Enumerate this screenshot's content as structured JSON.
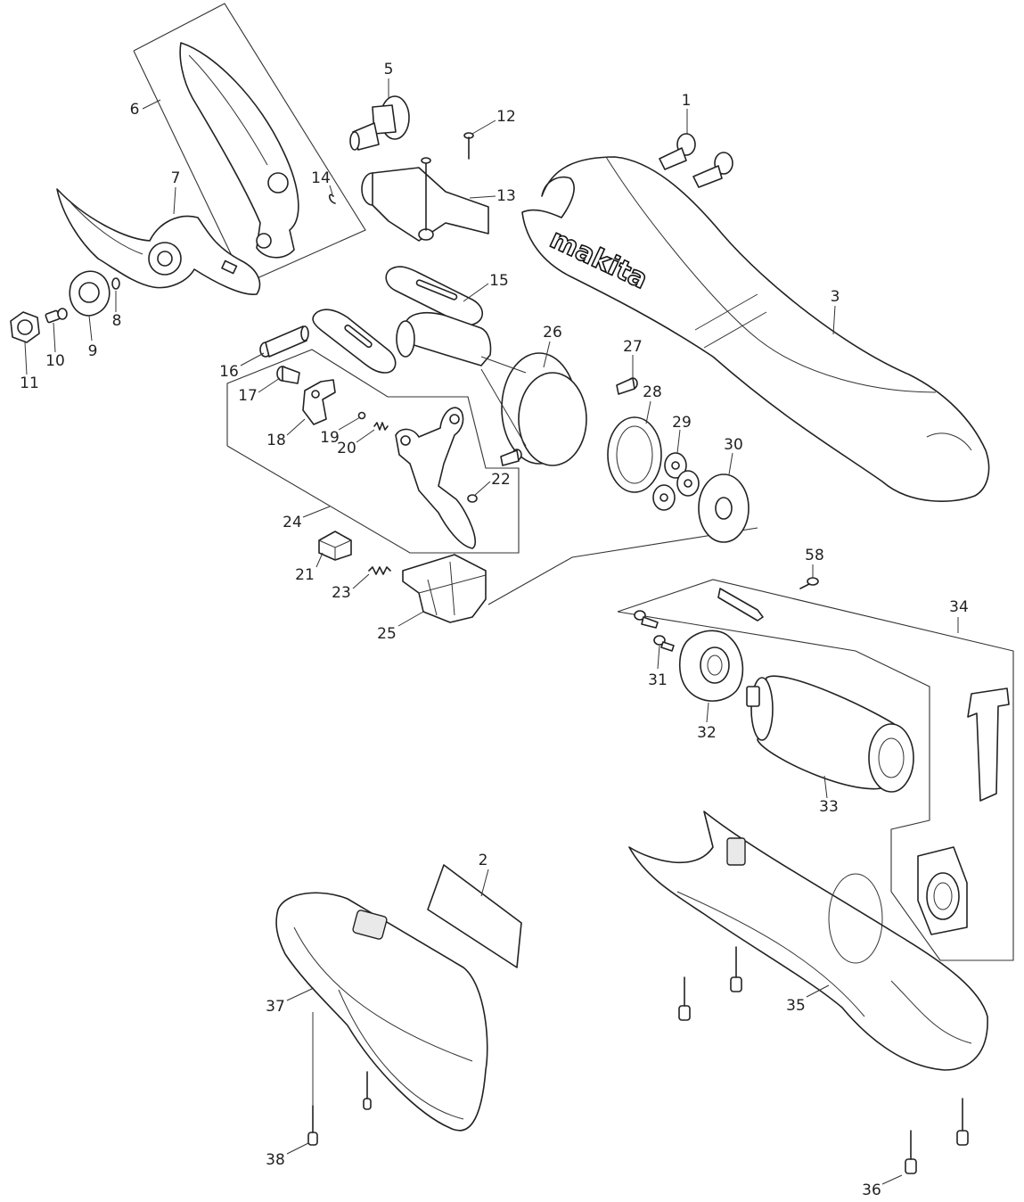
{
  "brand": {
    "logo_text": "makita"
  },
  "callouts": [
    {
      "id": "1",
      "label": "1"
    },
    {
      "id": "2",
      "label": "2"
    },
    {
      "id": "3",
      "label": "3"
    },
    {
      "id": "5",
      "label": "5"
    },
    {
      "id": "6",
      "label": "6"
    },
    {
      "id": "7",
      "label": "7"
    },
    {
      "id": "8",
      "label": "8"
    },
    {
      "id": "9",
      "label": "9"
    },
    {
      "id": "10",
      "label": "10"
    },
    {
      "id": "11",
      "label": "11"
    },
    {
      "id": "12",
      "label": "12"
    },
    {
      "id": "13",
      "label": "13"
    },
    {
      "id": "14",
      "label": "14"
    },
    {
      "id": "15",
      "label": "15"
    },
    {
      "id": "16",
      "label": "16"
    },
    {
      "id": "17",
      "label": "17"
    },
    {
      "id": "18",
      "label": "18"
    },
    {
      "id": "19",
      "label": "19"
    },
    {
      "id": "20",
      "label": "20"
    },
    {
      "id": "21",
      "label": "21"
    },
    {
      "id": "22",
      "label": "22"
    },
    {
      "id": "23",
      "label": "23"
    },
    {
      "id": "24",
      "label": "24"
    },
    {
      "id": "25",
      "label": "25"
    },
    {
      "id": "26",
      "label": "26"
    },
    {
      "id": "27",
      "label": "27"
    },
    {
      "id": "28",
      "label": "28"
    },
    {
      "id": "29",
      "label": "29"
    },
    {
      "id": "30",
      "label": "30"
    },
    {
      "id": "31",
      "label": "31"
    },
    {
      "id": "32",
      "label": "32"
    },
    {
      "id": "33",
      "label": "33"
    },
    {
      "id": "34",
      "label": "34"
    },
    {
      "id": "35",
      "label": "35"
    },
    {
      "id": "36",
      "label": "36"
    },
    {
      "id": "37",
      "label": "37"
    },
    {
      "id": "38",
      "label": "38"
    },
    {
      "id": "58",
      "label": "58"
    }
  ]
}
